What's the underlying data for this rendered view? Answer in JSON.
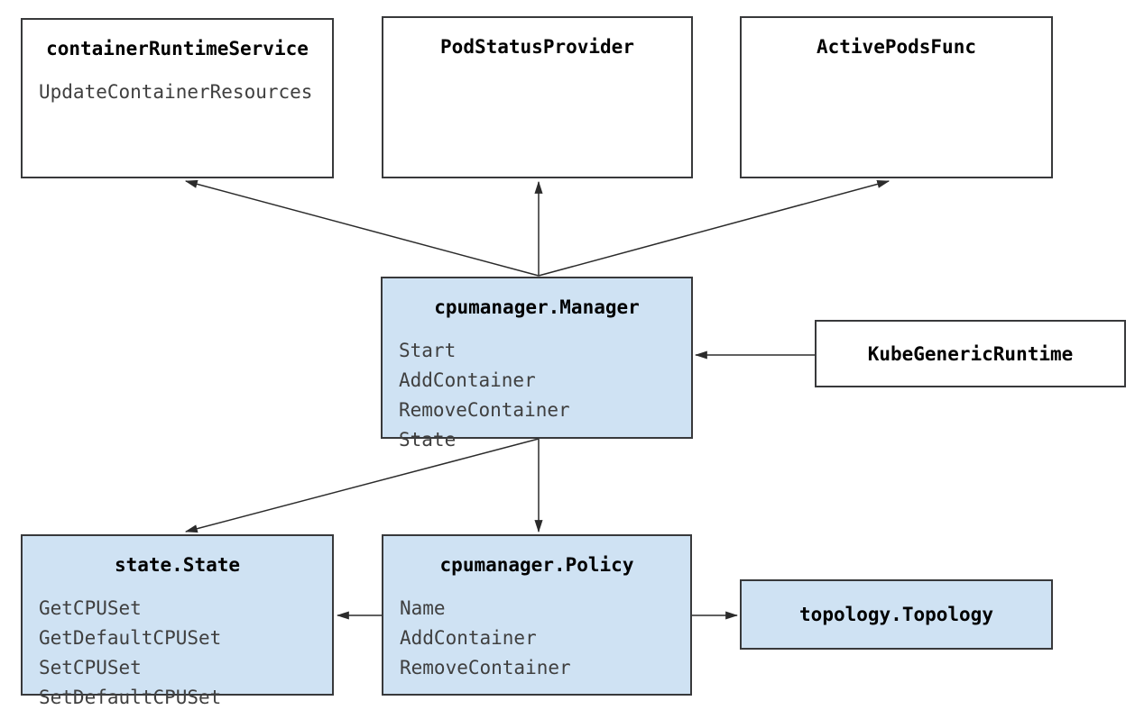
{
  "diagram": {
    "boxes": {
      "container_runtime_service": {
        "title": "containerRuntimeService",
        "methods": [
          "UpdateContainerResources"
        ]
      },
      "pod_status_provider": {
        "title": "PodStatusProvider",
        "methods": []
      },
      "active_pods_func": {
        "title": "ActivePodsFunc",
        "methods": []
      },
      "cpumanager_manager": {
        "title": "cpumanager.Manager",
        "methods": [
          "Start",
          "AddContainer",
          "RemoveContainer",
          "State"
        ]
      },
      "kube_generic_runtime": {
        "title": "KubeGenericRuntime",
        "methods": []
      },
      "state_state": {
        "title": "state.State",
        "methods": [
          "GetCPUSet",
          "GetDefaultCPUSet",
          "SetCPUSet",
          "SetDefaultCPUSet"
        ]
      },
      "cpumanager_policy": {
        "title": "cpumanager.Policy",
        "methods": [
          "Name",
          "AddContainer",
          "RemoveContainer"
        ]
      },
      "topology_topology": {
        "title": "topology.Topology",
        "methods": []
      }
    },
    "edges": [
      {
        "from": "cpumanager_manager",
        "to": "container_runtime_service"
      },
      {
        "from": "cpumanager_manager",
        "to": "pod_status_provider"
      },
      {
        "from": "cpumanager_manager",
        "to": "active_pods_func"
      },
      {
        "from": "kube_generic_runtime",
        "to": "cpumanager_manager"
      },
      {
        "from": "cpumanager_manager",
        "to": "state_state"
      },
      {
        "from": "cpumanager_manager",
        "to": "cpumanager_policy"
      },
      {
        "from": "cpumanager_policy",
        "to": "state_state"
      },
      {
        "from": "cpumanager_policy",
        "to": "topology_topology"
      }
    ],
    "colors": {
      "highlight_fill": "#cfe2f3",
      "plain_fill": "#ffffff",
      "border": "#38393b",
      "title": "#000000",
      "method": "#3f3f3f",
      "arrow": "#2b2b2b"
    }
  }
}
